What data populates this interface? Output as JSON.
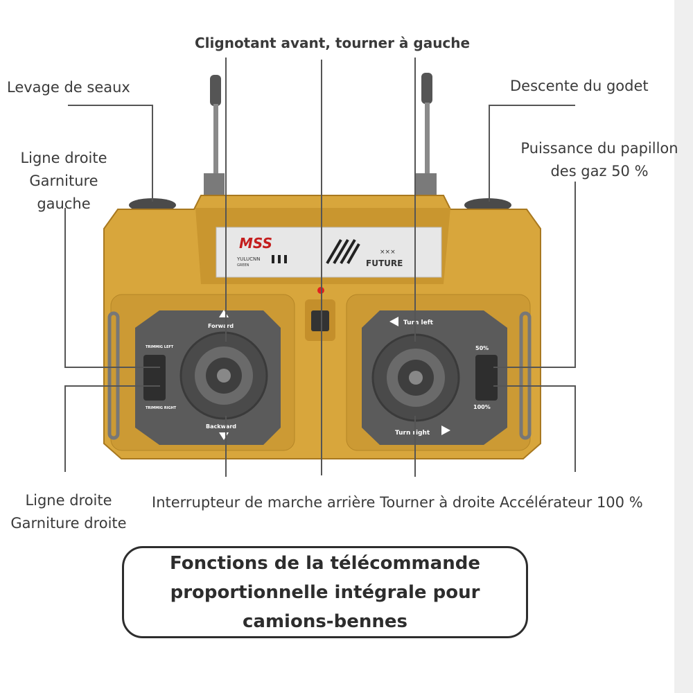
{
  "labels": {
    "top_center": "Clignotant avant, tourner à gauche",
    "top_left": "Levage de seaux",
    "top_right": "Descente du godet",
    "left_upper": [
      "Ligne droite",
      "Garniture",
      "gauche"
    ],
    "right_upper": [
      "Puissance du papillon",
      "des gaz 50 %"
    ],
    "left_lower": [
      "Ligne droite",
      "Garniture droite"
    ],
    "bottom_row": "Interrupteur de marche arrière Tourner à droite Accélérateur 100 %"
  },
  "title": "Fonctions de la télécommande proportionnelle intégrale pour camions-bennes",
  "remote": {
    "brand": "MSS",
    "brand_sub": "YULUCNN",
    "brand_sub2": "GREEN",
    "series": "FUTURE",
    "marks": "×××",
    "forward": "Forward",
    "backward": "Backward",
    "trim_left": "TRIMMIG LEFT",
    "trim_right": "TRIMMIG RIGHT",
    "turn_left": "Turn left",
    "turn_right": "Turn right",
    "throttle_50": "50%",
    "throttle_100": "100%"
  },
  "colors": {
    "body": "#d8a63c",
    "body_dark": "#b8862a",
    "panel": "#5b5b5b",
    "indicator": "#e02020"
  }
}
